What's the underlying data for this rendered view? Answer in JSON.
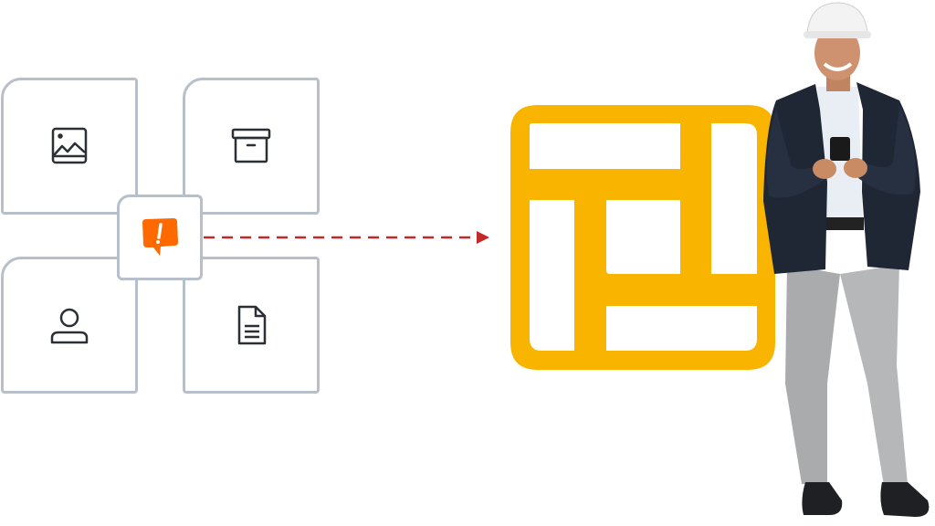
{
  "illustration": {
    "tiles": [
      {
        "icon": "image-icon"
      },
      {
        "icon": "archive-box-icon"
      },
      {
        "icon": "user-icon"
      },
      {
        "icon": "document-icon"
      }
    ],
    "alert_icon": "alert-speech-bubble-icon",
    "connector": "dashed-arrow",
    "logo": "grid-logo",
    "person": "engineer-with-phone"
  },
  "colors": {
    "tile_border": "#b6bfca",
    "icon_stroke": "#2b2f36",
    "alert": "#ff6a00",
    "arrow": "#c62828",
    "logo": "#f9b400"
  }
}
